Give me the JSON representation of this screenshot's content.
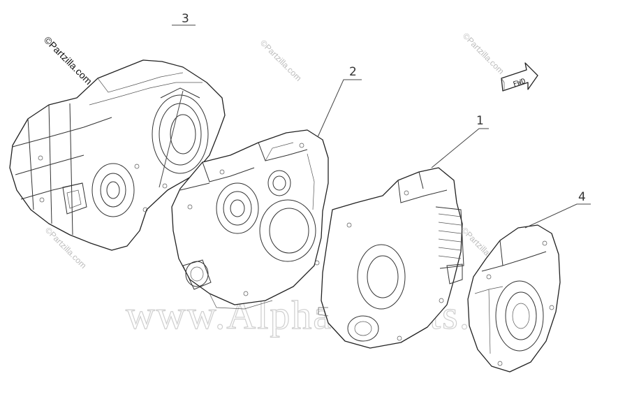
{
  "watermarks": {
    "main": "©Partzilla.com",
    "small": "©Partzilla.com",
    "large": "www.Alpha-Sports.com"
  },
  "callouts": [
    "1",
    "2",
    "3",
    "4"
  ],
  "fwd_marker": {
    "label": "FWD",
    "icon": "direction-arrow-icon"
  }
}
